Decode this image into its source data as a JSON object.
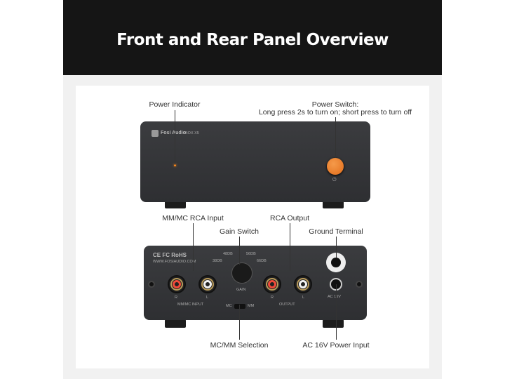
{
  "header": {
    "title": "Front and Rear Panel Overview"
  },
  "front": {
    "brand": "Fosi Audio",
    "model": "BOX X5",
    "power_indicator_label": "Power Indicator",
    "power_switch_label": "Power Switch:",
    "power_switch_desc": "Long press 2s to turn on; short press to turn off",
    "indicator_color": "#ff8a1c",
    "button_color": "#e8731f"
  },
  "rear": {
    "certs": "CE FC RoHS",
    "website": "WWW.FOSIAUDIO.COM",
    "gain_options": [
      "48DB",
      "56DB",
      "38DB",
      "66DB"
    ],
    "gain_text": "GAIN",
    "input_text": "MM/MC INPUT",
    "output_text": "OUTPUT",
    "r": "R",
    "l": "L",
    "mc": "MC",
    "mm": "MM",
    "ac": "AC 16V",
    "labels": {
      "mm_mc_input": "MM/MC RCA Input",
      "gain_switch": "Gain Switch",
      "rca_output": "RCA Output",
      "ground": "Ground Terminal",
      "mc_mm_selection": "MC/MM Selection",
      "ac_input": "AC 16V Power Input"
    }
  }
}
